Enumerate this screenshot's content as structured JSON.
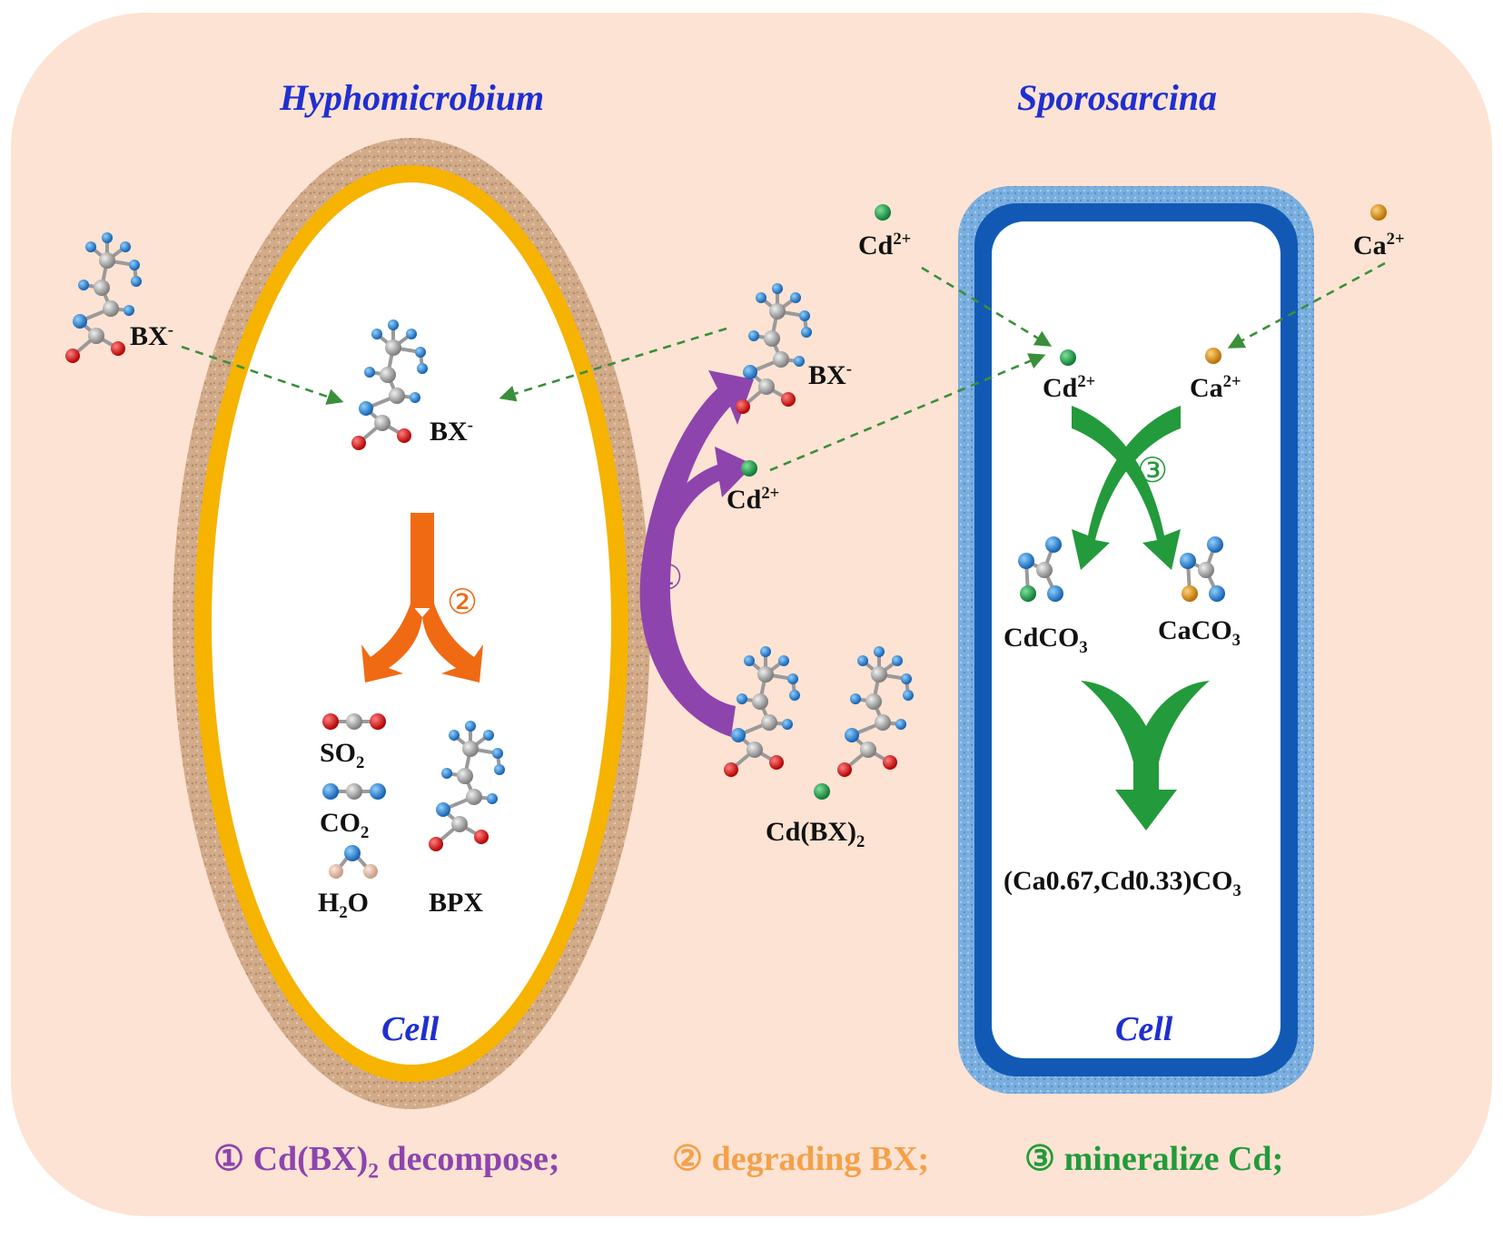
{
  "titles": {
    "left": "Hyphomicrobium",
    "right": "Sporosarcina"
  },
  "cell_label": "Cell",
  "labels": {
    "bx": "BX",
    "bx_sup": "-",
    "cd": "Cd",
    "ca": "Ca",
    "ion_sup": "2+",
    "so2": "SO",
    "so2_sub": "2",
    "co2": "CO",
    "co2_sub": "2",
    "h2o_a": "H",
    "h2o_sub": "2",
    "h2o_b": "O",
    "bpx": "BPX",
    "cdbx2": "Cd(BX)",
    "cdbx2_sub": "2",
    "cdco3": "CdCO",
    "cdco3_sub": "3",
    "caco3": "CaCO",
    "caco3_sub": "3",
    "mineral": "(Ca0.67,Cd0.33)CO",
    "mineral_sub": "3"
  },
  "steps": {
    "s1": "①",
    "s2": "②",
    "s3": "③"
  },
  "legend": {
    "l1": "① Cd(BX)",
    "l1_sub": "2",
    "l1_tail": " decompose;",
    "l2": "② degrading BX;",
    "l3": "③  mineralize Cd;"
  },
  "colors": {
    "background": "#fce3d3",
    "purple": "#8e44ad",
    "orange": "#f06a14",
    "green": "#239a3b",
    "blue_title": "#1f2fd0",
    "yellow_wall": "#f6b300",
    "blue_wall": "#1259b6",
    "dashed_arrow": "#3a8f3a"
  }
}
